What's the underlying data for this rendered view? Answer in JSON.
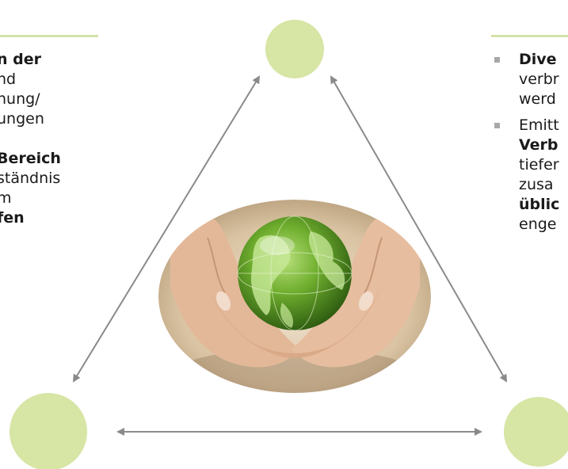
{
  "colors": {
    "rule": "#d4e2a8",
    "circle": "#d7e5a5",
    "arrow": "#8a8a8a",
    "bullet": "#a8a8a8"
  },
  "left_panel": {
    "lines": [
      {
        "text": "n der",
        "bold": true
      },
      {
        "text": "nd",
        "bold": false
      },
      {
        "text": "nung/",
        "bold": false
      },
      {
        "text": "ungen",
        "bold": false
      },
      {
        "text": "",
        "bold": false
      },
      {
        "text": "Bereich",
        "bold": true
      },
      {
        "text": "ständnis",
        "bold": false
      },
      {
        "text": "m",
        "bold": false
      },
      {
        "text": "fen",
        "bold": true
      }
    ]
  },
  "right_panel": {
    "items": [
      {
        "lines": [
          {
            "text": "Dive",
            "bold": true
          },
          {
            "text": "verbr",
            "bold": false
          },
          {
            "text": "werd",
            "bold": false
          }
        ]
      },
      {
        "lines": [
          {
            "text": "Emitt",
            "bold": false
          },
          {
            "text": "Verb",
            "bold": true
          },
          {
            "text": "tiefer",
            "bold": false
          },
          {
            "text": "zusa",
            "bold": false
          },
          {
            "text": "üblic",
            "bold": true
          },
          {
            "text": "enge",
            "bold": false
          }
        ]
      }
    ]
  },
  "center_image": {
    "description": "globe-in-hands"
  }
}
